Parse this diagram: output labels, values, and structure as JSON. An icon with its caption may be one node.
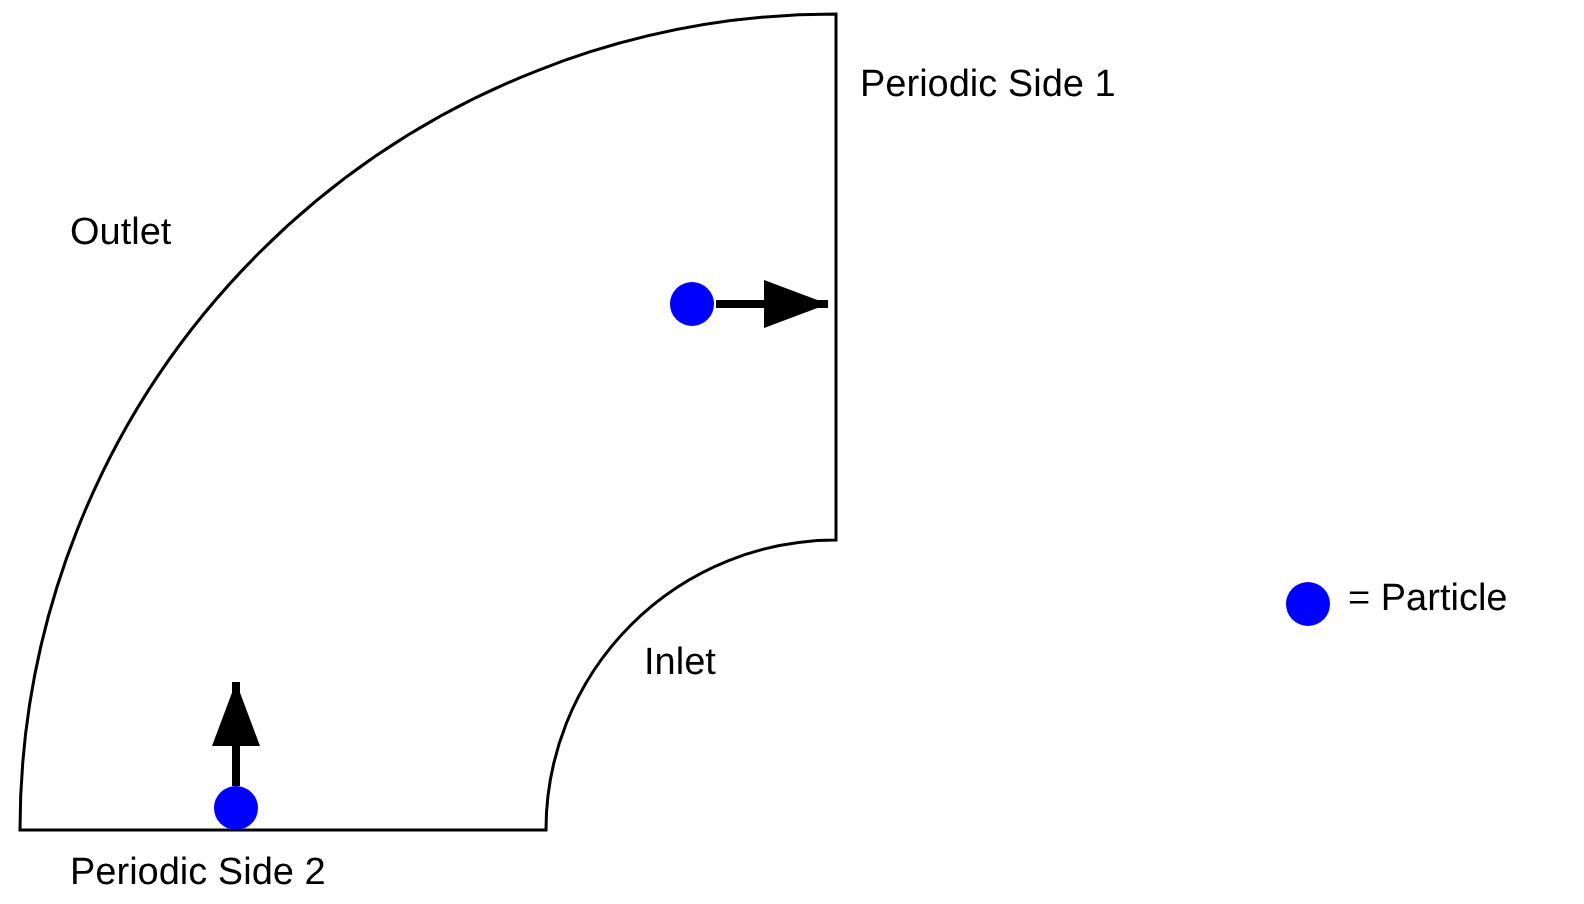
{
  "diagram": {
    "labels": [
      "Periodic Side 1",
      "Outlet",
      "Inlet",
      "Periodic Side 2"
    ],
    "legend": [
      {
        "text": "= Particle",
        "color": "#0000ff"
      }
    ]
  }
}
